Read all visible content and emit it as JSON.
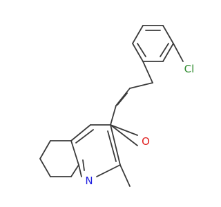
{
  "molecule": {
    "atoms": [
      {
        "id": "Cl",
        "label": "Cl",
        "color": "#2e8b2e"
      },
      {
        "id": "O",
        "label": "O",
        "color": "#e02020"
      },
      {
        "id": "N",
        "label": "N",
        "color": "#2020e0"
      }
    ],
    "bond_color": "#3a3a3a"
  }
}
